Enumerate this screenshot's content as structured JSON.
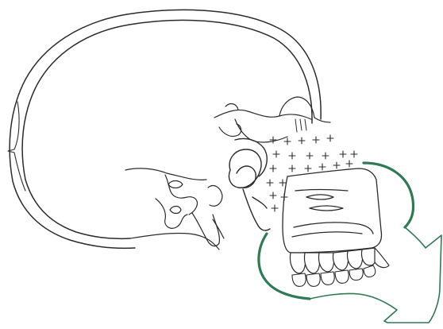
{
  "figure": {
    "background": "#ffffff",
    "line_color": "#2a2a2a",
    "arrow_color": "#2e7a55",
    "plus_marker_symbol": "+",
    "plus_marker_count": 22,
    "upper_teeth_count": 7,
    "lower_teeth_count": 6
  }
}
